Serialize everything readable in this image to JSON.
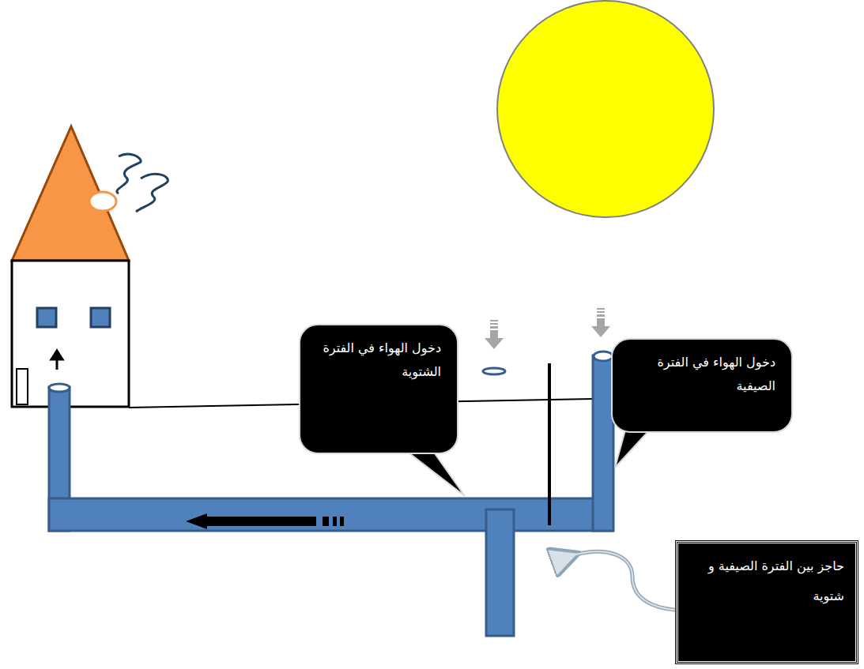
{
  "diagram": {
    "nodes": [
      {
        "text": [
          "دخول الهواء في الفترة الشتوية"
        ]
      },
      {
        "text": [
          "دخول الهواء في الفترة الصيفية"
        ]
      },
      {
        "text": [
          "حاجز بين الفترة الصيفية و شتوية"
        ]
      }
    ]
  }
}
